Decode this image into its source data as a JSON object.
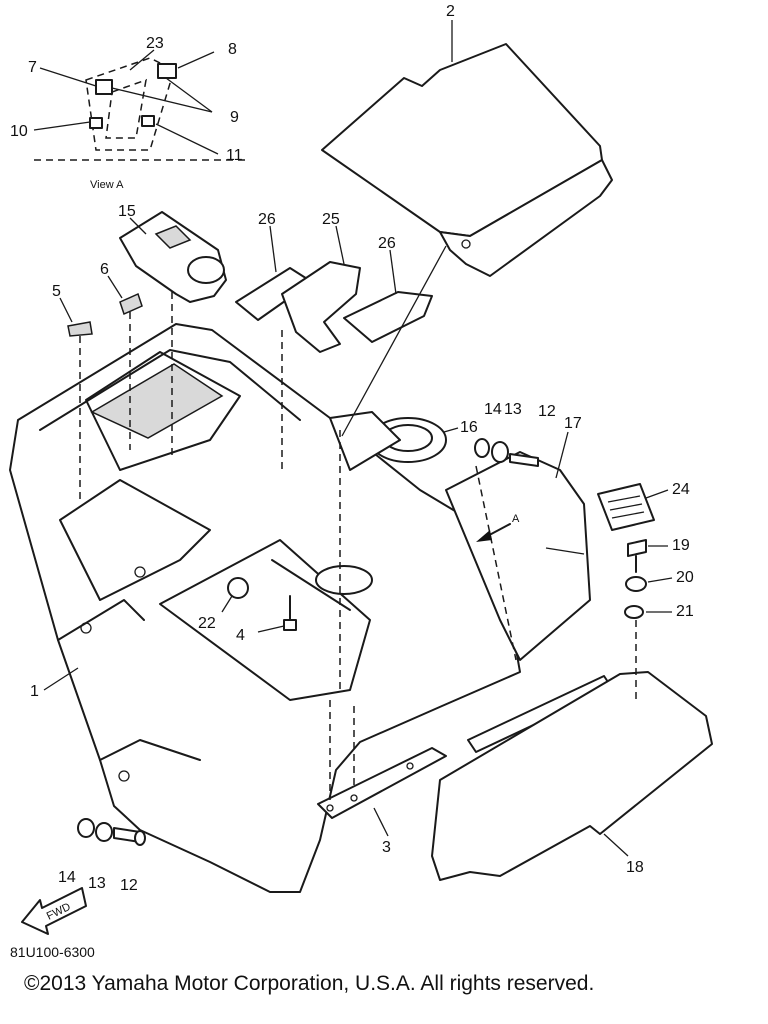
{
  "callouts": {
    "c1": "1",
    "c2": "2",
    "c3": "3",
    "c4": "4",
    "c5": "5",
    "c6": "6",
    "c7": "7",
    "c8": "8",
    "c9": "9",
    "c10": "10",
    "c11": "11",
    "c12a": "12",
    "c12b": "12",
    "c13a": "13",
    "c13b": "13",
    "c14a": "14",
    "c14b": "14",
    "c15": "15",
    "c16": "16",
    "c17": "17",
    "c18": "18",
    "c19": "19",
    "c20": "20",
    "c21": "21",
    "c22": "22",
    "c23": "23",
    "c24": "24",
    "c25": "25",
    "c26a": "26",
    "c26b": "26"
  },
  "view_label": "View A",
  "detail_arrow_label": "A",
  "fwd_label": "FWD",
  "drawing_code": "81U100-6300",
  "copyright": "©2013 Yamaha Motor Corporation, U.S.A. All rights reserved."
}
